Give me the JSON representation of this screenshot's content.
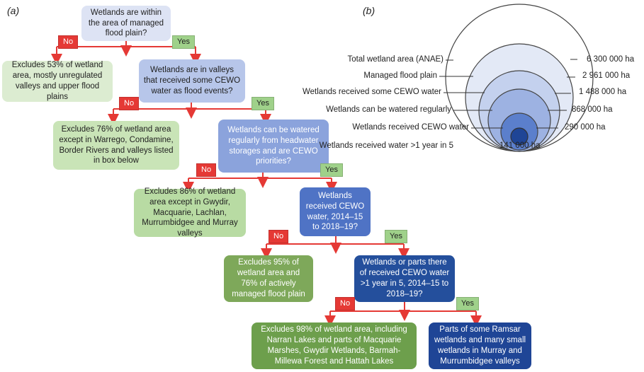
{
  "panel_a_label": "(a)",
  "panel_b_label": "(b)",
  "flow": {
    "q1": "Wetlands are within the area of managed flood plain?",
    "q2": "Wetlands are in valleys that received some CEWO water as flood events?",
    "q3": "Wetlands can be watered regularly from headwater storages and are CEWO priorities?",
    "q4": "Wetlands received CEWO water, 2014–15 to 2018–19?",
    "q5": "Wetlands or parts there of received CEWO water >1 year in 5, 2014–15 to 2018–19?",
    "ex1": "Excludes 53% of wetland area, mostly unregulated valleys and upper flood plains",
    "ex2": "Excludes 76% of wetland area except in Warrego, Condamine, Border Rivers and valleys listed in box below",
    "ex3": "Excludes 86% of wetland area except in Gwydir, Macquarie, Lachlan, Murrumbidgee and Murray valleys",
    "ex4": "Excludes 95% of wetland area and 76% of actively managed flood plain",
    "ex5": "Excludes 98% of wetland area, including Narran Lakes and parts of Macquarie Marshes, Gwydir Wetlands, Barmah-Millewa Forest and Hattah Lakes",
    "final": "Parts of some Ramsar wetlands and many small wetlands in Murray and Murrumbidgee valleys",
    "no": "No",
    "yes": "Yes"
  },
  "circles": {
    "labels": [
      {
        "name": "Total wetland area (ANAE)",
        "value": "6 300 000 ha"
      },
      {
        "name": "Managed flood plain",
        "value": "2 961 000 ha"
      },
      {
        "name": "Wetlands received some CEWO water",
        "value": "1 488 000 ha"
      },
      {
        "name": "Wetlands can be watered regularly",
        "value": "868 000 ha"
      },
      {
        "name": "Wetlands received CEWO water",
        "value": "290 000 ha"
      },
      {
        "name": "Wetlands received water >1 year in 5",
        "value": "141 000 ha"
      }
    ],
    "fills": [
      "#ffffff",
      "#e3e9f6",
      "#c4d1ee",
      "#9db2e2",
      "#5b7fcc",
      "#1f4596"
    ]
  }
}
